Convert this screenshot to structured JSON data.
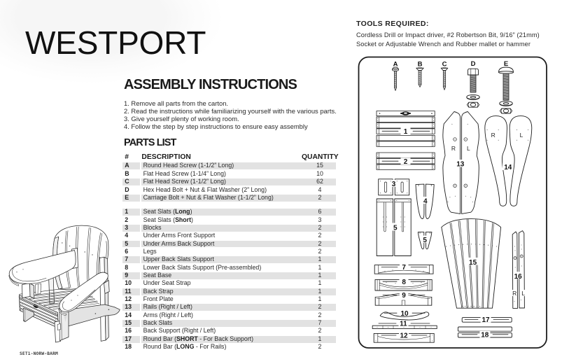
{
  "title": "WESTPORT",
  "product_code": "SET1-NORW-BARM",
  "tools": {
    "heading": "TOOLS REQUIRED:",
    "lines": [
      "Cordless Drill or Impact driver, #2 Robertson Bit, 9/16” (21mm)",
      "Socket or Adjustable Wrench and Rubber mallet or hammer"
    ]
  },
  "assembly": {
    "heading": "ASSEMBLY INSTRUCTIONS",
    "steps": [
      "1. Remove all parts from the carton.",
      "2. Read the instructions while familiarizing yourself with the various parts.",
      "3. Give yourself plenty of working room.",
      "4. Follow the step by step instructions to ensure easy assembly"
    ]
  },
  "parts_list": {
    "heading": "PARTS LIST",
    "columns": {
      "id": "#",
      "description": "DESCRIPTION",
      "quantity": "QUANTITY"
    },
    "fasteners": [
      {
        "id": "A",
        "desc_pre": "Round Head Screw (1-1/2” Long)",
        "desc_bold": "",
        "desc_post": "",
        "qty": "15",
        "shaded": true
      },
      {
        "id": "B",
        "desc_pre": "Flat Head Screw (1-1/4” Long)",
        "desc_bold": "",
        "desc_post": "",
        "qty": "10",
        "shaded": false
      },
      {
        "id": "C",
        "desc_pre": "Flat Head Screw (1-1/2” Long)",
        "desc_bold": "",
        "desc_post": "",
        "qty": "62",
        "shaded": true
      },
      {
        "id": "D",
        "desc_pre": "Hex Head Bolt + Nut & Flat Washer (2” Long)",
        "desc_bold": "",
        "desc_post": "",
        "qty": "4",
        "shaded": false
      },
      {
        "id": "E",
        "desc_pre": "Carriage Bolt + Nut & Flat Washer (1-1/2” Long)",
        "desc_bold": "",
        "desc_post": "",
        "qty": "2",
        "shaded": true
      }
    ],
    "parts": [
      {
        "id": "1",
        "desc_pre": "Seat Slats (",
        "desc_bold": "Long",
        "desc_post": ")",
        "qty": "6",
        "shaded": true
      },
      {
        "id": "2",
        "desc_pre": "Seat Slats (",
        "desc_bold": "Short",
        "desc_post": ")",
        "qty": "3",
        "shaded": false
      },
      {
        "id": "3",
        "desc_pre": "Blocks",
        "desc_bold": "",
        "desc_post": "",
        "qty": "2",
        "shaded": true
      },
      {
        "id": "4",
        "desc_pre": "Under Arms Front Support",
        "desc_bold": "",
        "desc_post": "",
        "qty": "2",
        "shaded": false
      },
      {
        "id": "5",
        "desc_pre": "Under Arms Back Support",
        "desc_bold": "",
        "desc_post": "",
        "qty": "2",
        "shaded": true
      },
      {
        "id": "6",
        "desc_pre": "Legs",
        "desc_bold": "",
        "desc_post": "",
        "qty": "2",
        "shaded": false
      },
      {
        "id": "7",
        "desc_pre": "Upper Back Slats Support",
        "desc_bold": "",
        "desc_post": "",
        "qty": "1",
        "shaded": true
      },
      {
        "id": "8",
        "desc_pre": "Lower Back Slats Support (Pre-assembled)",
        "desc_bold": "",
        "desc_post": "",
        "qty": "1",
        "shaded": false
      },
      {
        "id": "9",
        "desc_pre": "Seat Base",
        "desc_bold": "",
        "desc_post": "",
        "qty": "1",
        "shaded": true
      },
      {
        "id": "10",
        "desc_pre": "Under Seat Strap",
        "desc_bold": "",
        "desc_post": "",
        "qty": "1",
        "shaded": false
      },
      {
        "id": "11",
        "desc_pre": "Back Strap",
        "desc_bold": "",
        "desc_post": "",
        "qty": "1",
        "shaded": true
      },
      {
        "id": "12",
        "desc_pre": "Front Plate",
        "desc_bold": "",
        "desc_post": "",
        "qty": "1",
        "shaded": false
      },
      {
        "id": "13",
        "desc_pre": "Rails (Right / Left)",
        "desc_bold": "",
        "desc_post": "",
        "qty": "2",
        "shaded": true
      },
      {
        "id": "14",
        "desc_pre": "Arms (Right / Left)",
        "desc_bold": "",
        "desc_post": "",
        "qty": "2",
        "shaded": false
      },
      {
        "id": "15",
        "desc_pre": "Back Slats",
        "desc_bold": "",
        "desc_post": "",
        "qty": "7",
        "shaded": true
      },
      {
        "id": "16",
        "desc_pre": "Back Support (Right / Left)",
        "desc_bold": "",
        "desc_post": "",
        "qty": "2",
        "shaded": false
      },
      {
        "id": "17",
        "desc_pre": "Round Bar (",
        "desc_bold": "SHORT",
        "desc_post": " - For Back Support)",
        "qty": "1",
        "shaded": true
      },
      {
        "id": "18",
        "desc_pre": "Round Bar (",
        "desc_bold": "LONG",
        "desc_post": " - For Rails)",
        "qty": "2",
        "shaded": false
      }
    ]
  },
  "colors": {
    "page_background": "#ffffff",
    "text": "#1c1c1c",
    "table_row_shade": "#e2e2e2",
    "line_art": "#1d1d1d"
  },
  "diagram": {
    "fastener_labels": {
      "a": "A",
      "b": "B",
      "c": "C",
      "d": "D",
      "e": "E"
    },
    "labels": {
      "p1": "1",
      "p2": "2",
      "p3": "3",
      "p4": "4",
      "p5_legs": "5",
      "p5_wedge": "5",
      "p7": "7",
      "p8": "8",
      "p9": "9",
      "p10": "10",
      "p11": "11",
      "p12": "12",
      "p13": "13",
      "p14": "14",
      "p15": "15",
      "p16": "16",
      "p17": "17",
      "p18": "18"
    },
    "side_labels": {
      "rails_r": "R",
      "rails_l": "L",
      "arms_r": "R",
      "arms_l": "L",
      "back_support_r": "R",
      "back_support_l": "L"
    }
  }
}
